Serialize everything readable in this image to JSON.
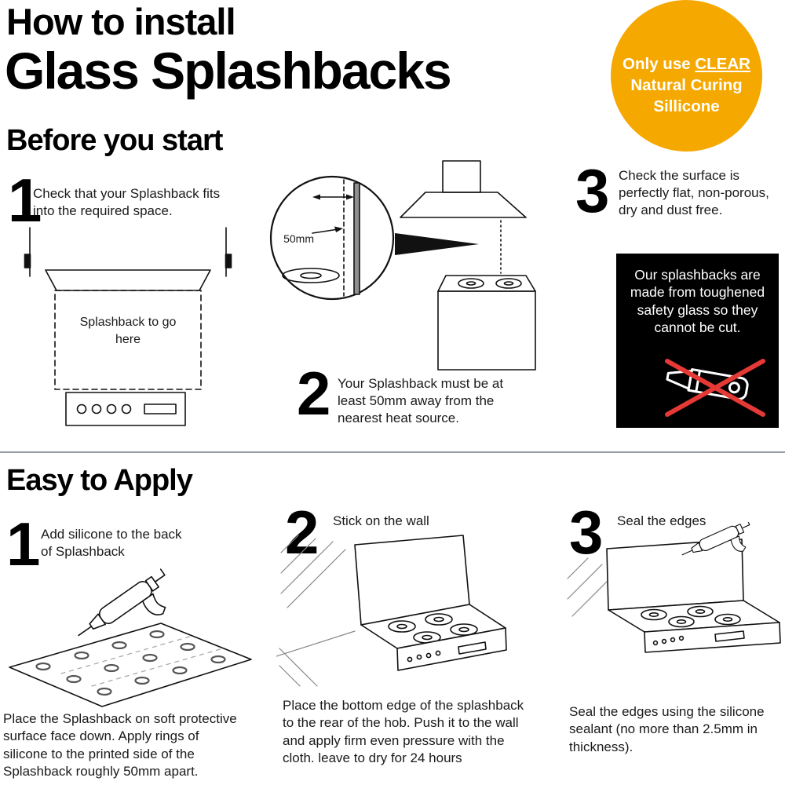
{
  "header": {
    "title_line1": "How to install",
    "title_line2": "Glass Splashbacks"
  },
  "badge": {
    "prefix": "Only use",
    "underlined": "CLEAR",
    "line2": "Natural Curing",
    "line3": "Sillicone"
  },
  "before": {
    "heading": "Before you start",
    "steps": [
      {
        "number": "1",
        "text": "Check that your Splashback fits into the required space."
      },
      {
        "number": "2",
        "text": "Your Splashback must be at least 50mm away from the nearest heat source."
      },
      {
        "number": "3",
        "text": "Check the surface is perfectly flat, non-porous, dry and dust free."
      }
    ],
    "diagram1_label": "Splashback to go here",
    "diagram2_measure": "50mm",
    "warning": "Our splashbacks are made from toughened safety glass so they cannot be cut."
  },
  "apply": {
    "heading": "Easy to Apply",
    "steps": [
      {
        "number": "1",
        "title": "Add silicone to the back of Splashback",
        "caption": "Place the Splashback on soft protective surface face down. Apply rings of silicone to the printed side of the Splashback roughly 50mm apart."
      },
      {
        "number": "2",
        "title": "Stick on the wall",
        "caption": "Place the bottom edge of the splashback to the rear of the hob. Push it to the wall and apply firm even pressure with the cloth. leave to dry for 24 hours"
      },
      {
        "number": "3",
        "title": "Seal the edges",
        "caption": "Seal the edges using the silicone sealant (no more than 2.5mm in thickness)."
      }
    ]
  },
  "colors": {
    "badge_bg": "#F5A800",
    "warning_bg": "#000000",
    "cross_red": "#E53935",
    "divider": "#979EA6"
  }
}
